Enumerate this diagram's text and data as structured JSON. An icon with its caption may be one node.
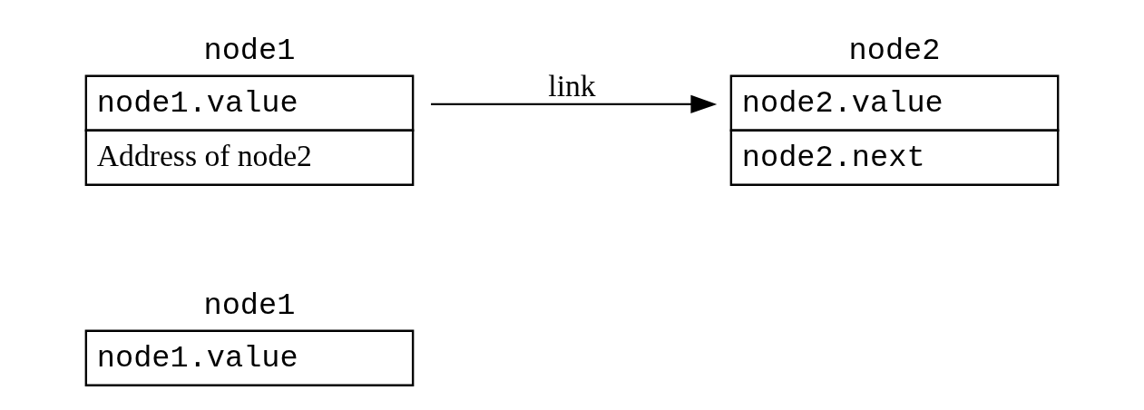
{
  "diagram": {
    "nodes": [
      {
        "text": [
          "node1",
          "node1.value"
        ]
      },
      {
        "text": [
          "node1",
          "node1.value",
          "Address of node2"
        ]
      },
      {
        "text": [
          "node2",
          "node2.value",
          "node2.next"
        ]
      }
    ],
    "edges": [
      {
        "from": 1,
        "to": 2,
        "arrow": "to",
        "label": "link"
      }
    ]
  }
}
